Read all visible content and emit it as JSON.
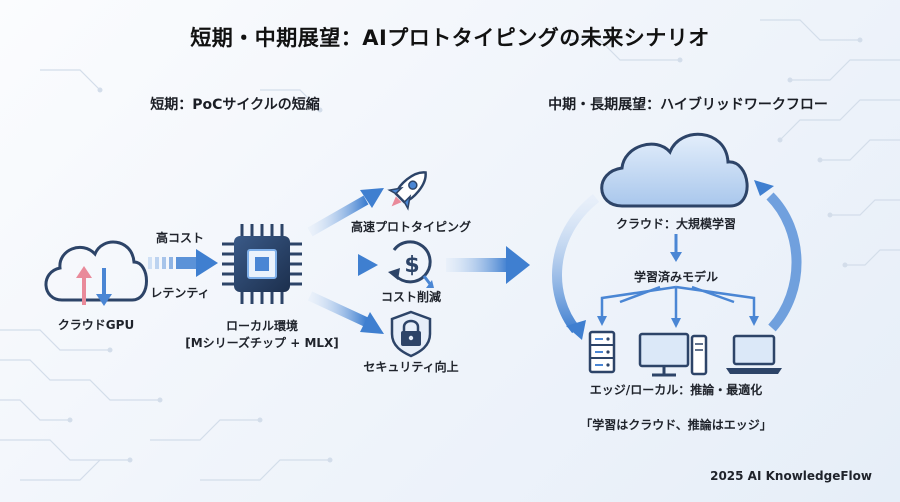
{
  "title": "短期・中期展望：AIプロトタイピングの未来シナリオ",
  "left_section": {
    "heading": "短期：PoCサイクルの短縮",
    "cloud_gpu_label": "クラウドGPU",
    "arrow_top_label": "高コスト",
    "arrow_bottom_label": "レテンティ",
    "local_label_line1": "ローカル環境",
    "local_label_line2": "[Mシリーズチップ + MLX]",
    "benefits": [
      {
        "icon": "rocket-icon",
        "label": "高速プロトタイピング"
      },
      {
        "icon": "cost-reduction-icon",
        "label": "コスト削減"
      },
      {
        "icon": "lock-shield-icon",
        "label": "セキュリティ向上"
      }
    ]
  },
  "right_section": {
    "heading": "中期・長期展望：ハイブリッドワークフロー",
    "cloud_label": "クラウド：大規模学習",
    "model_label": "学習済みモデル",
    "devices": [
      "server-icon",
      "desktop-icon",
      "laptop-icon"
    ],
    "edge_label": "エッジ/ローカル：推論・最適化",
    "quote": "「学習はクラウド、推論はエッジ」"
  },
  "footer": "2025 AI KnowledgeFlow",
  "colors": {
    "accent_blue": "#4a86d4",
    "dark_navy": "#253a5c",
    "light_cloud": "#cfe0f5"
  }
}
